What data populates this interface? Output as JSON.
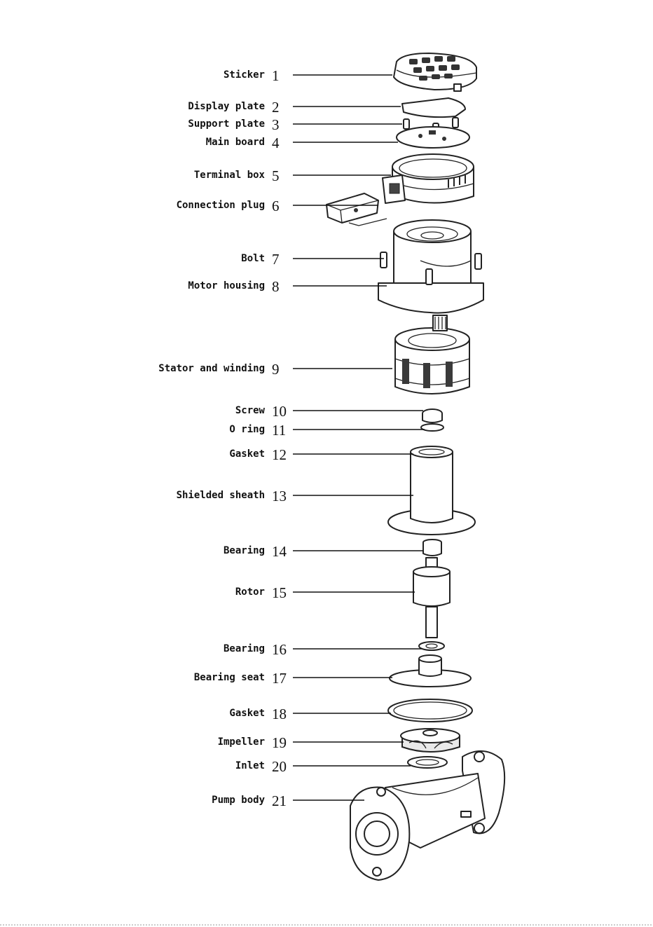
{
  "parts": [
    {
      "no": "1",
      "label": "Sticker"
    },
    {
      "no": "2",
      "label": "Display plate"
    },
    {
      "no": "3",
      "label": "Support plate"
    },
    {
      "no": "4",
      "label": "Main board"
    },
    {
      "no": "5",
      "label": "Terminal box"
    },
    {
      "no": "6",
      "label": "Connection plug"
    },
    {
      "no": "7",
      "label": "Bolt"
    },
    {
      "no": "8",
      "label": "Motor housing"
    },
    {
      "no": "9",
      "label": "Stator and winding"
    },
    {
      "no": "10",
      "label": "Screw"
    },
    {
      "no": "11",
      "label": "O ring"
    },
    {
      "no": "12",
      "label": "Gasket"
    },
    {
      "no": "13",
      "label": "Shielded sheath"
    },
    {
      "no": "14",
      "label": "Bearing"
    },
    {
      "no": "15",
      "label": "Rotor"
    },
    {
      "no": "16",
      "label": "Bearing"
    },
    {
      "no": "17",
      "label": "Bearing seat"
    },
    {
      "no": "18",
      "label": "Gasket"
    },
    {
      "no": "19",
      "label": "Impeller"
    },
    {
      "no": "20",
      "label": "Inlet"
    },
    {
      "no": "21",
      "label": "Pump body"
    }
  ]
}
